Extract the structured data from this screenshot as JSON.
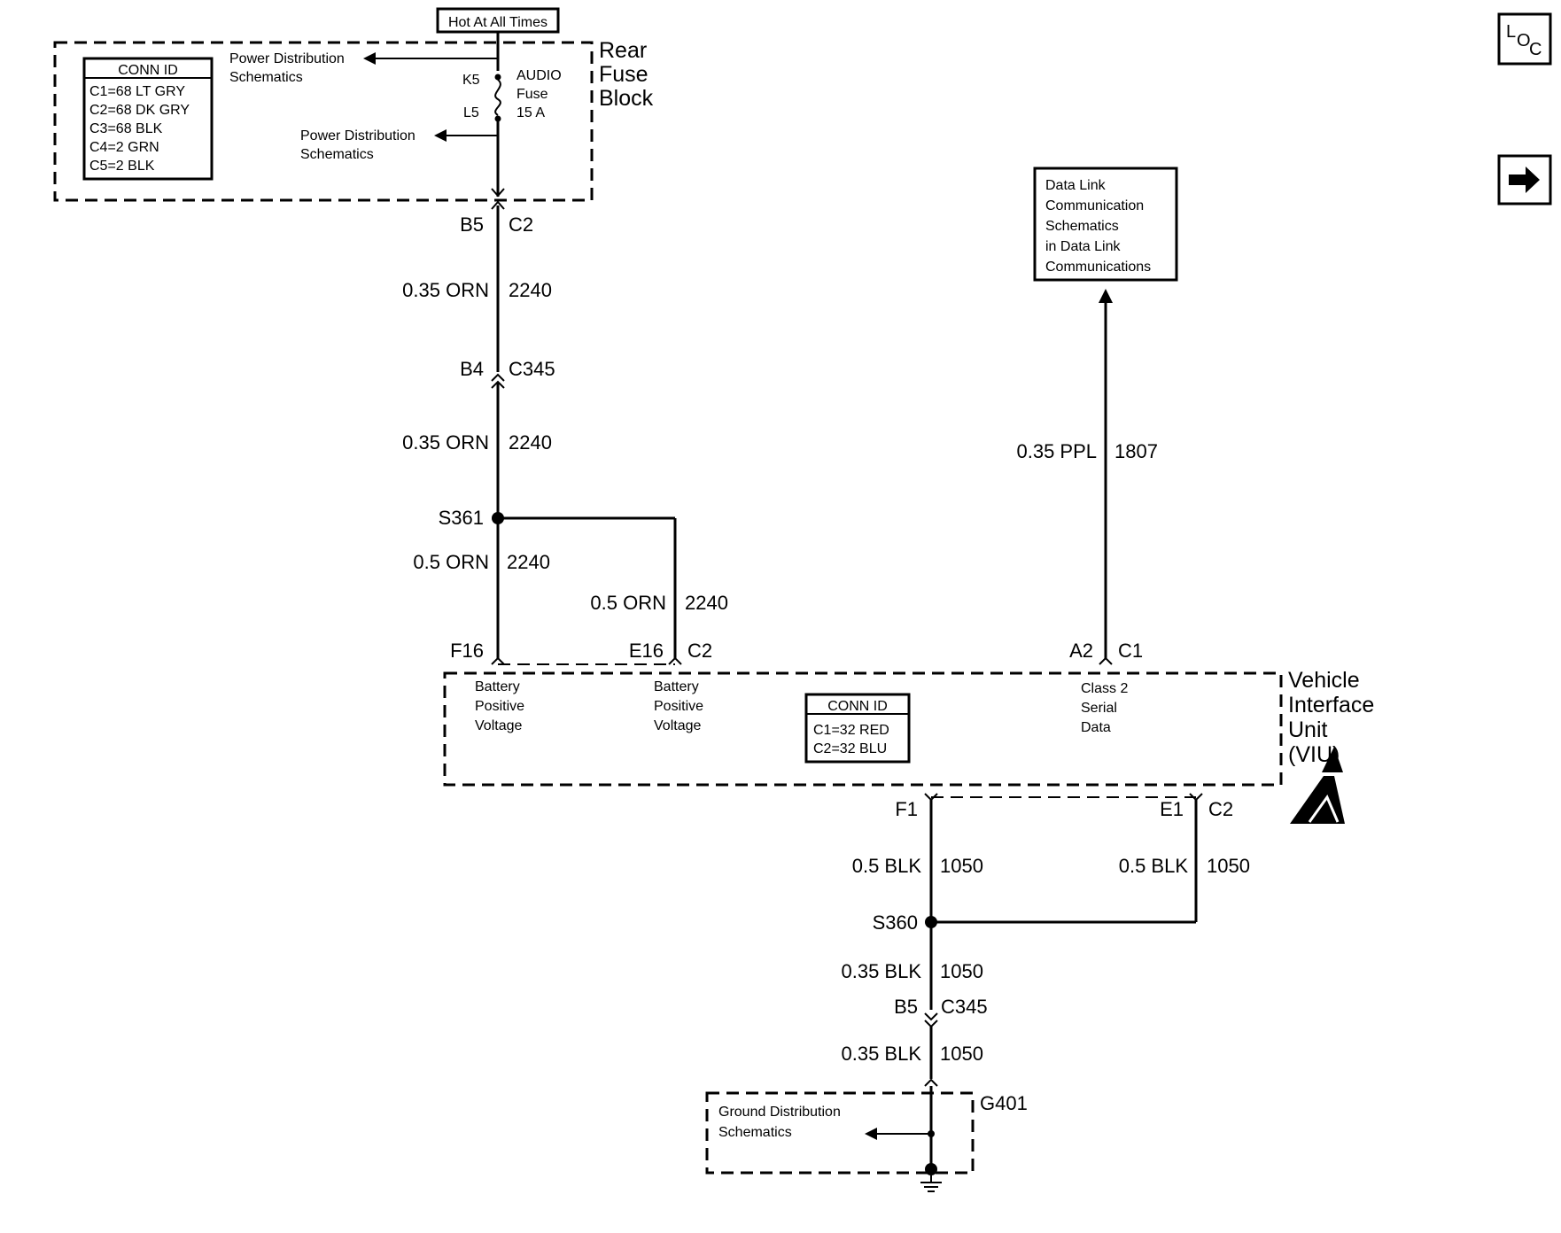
{
  "nav": {
    "loc_icon": "loc-icon",
    "next_icon": "arrow-right-icon"
  },
  "header": {
    "hot_label": "Hot At All Times"
  },
  "rear_fuse_block": {
    "name_line1": "Rear",
    "name_line2": "Fuse",
    "name_line3": "Block",
    "conn_title": "CONN ID",
    "conn_lines": [
      "C1=68 LT GRY",
      "C2=68 DK GRY",
      "C3=68 BLK",
      "C4=2 GRN",
      "C5=2 BLK"
    ],
    "pd1_line1": "Power Distribution",
    "pd1_line2": "Schematics",
    "pd2_line1": "Power Distribution",
    "pd2_line2": "Schematics",
    "k5": "K5",
    "l5": "L5",
    "fuse_line1": "AUDIO",
    "fuse_line2": "Fuse",
    "fuse_line3": "15 A"
  },
  "wiring": {
    "b5": "B5",
    "c2_top": "C2",
    "w1_size": "0.35 ORN",
    "w1_num": "2240",
    "b4": "B4",
    "c345_top": "C345",
    "w2_size": "0.35 ORN",
    "w2_num": "2240",
    "s361": "S361",
    "w3_size": "0.5 ORN",
    "w3_num": "2240",
    "w4_size": "0.5 ORN",
    "w4_num": "2240",
    "f16": "F16",
    "e16": "E16",
    "c2_mid": "C2",
    "a2": "A2",
    "c1_mid": "C1",
    "w5_size": "0.35 PPL",
    "w5_num": "1807",
    "f1": "F1",
    "e1": "E1",
    "c2_low": "C2",
    "w6_size": "0.5 BLK",
    "w6_num": "1050",
    "w7_size": "0.5 BLK",
    "w7_num": "1050",
    "s360": "S360",
    "w8_size": "0.35 BLK",
    "w8_num": "1050",
    "b5_low": "B5",
    "c345_low": "C345",
    "w9_size": "0.35 BLK",
    "w9_num": "1050"
  },
  "datalink": {
    "lines": [
      "Data Link",
      "Communication",
      "Schematics",
      "in Data Link",
      "Communications"
    ]
  },
  "viu": {
    "name_line1": "Vehicle",
    "name_line2": "Interface",
    "name_line3": "Unit",
    "name_line4": "(VIU)",
    "pin1": [
      "Battery",
      "Positive",
      "Voltage"
    ],
    "pin2": [
      "Battery",
      "Positive",
      "Voltage"
    ],
    "pin3": [
      "Class 2",
      "Serial",
      "Data"
    ],
    "conn_title": "CONN ID",
    "conn_lines": [
      "C1=32 RED",
      "C2=32 BLU"
    ],
    "esd_icon": "esd-warning-icon"
  },
  "ground": {
    "g401": "G401",
    "gd_line1": "Ground Distribution",
    "gd_line2": "Schematics"
  }
}
